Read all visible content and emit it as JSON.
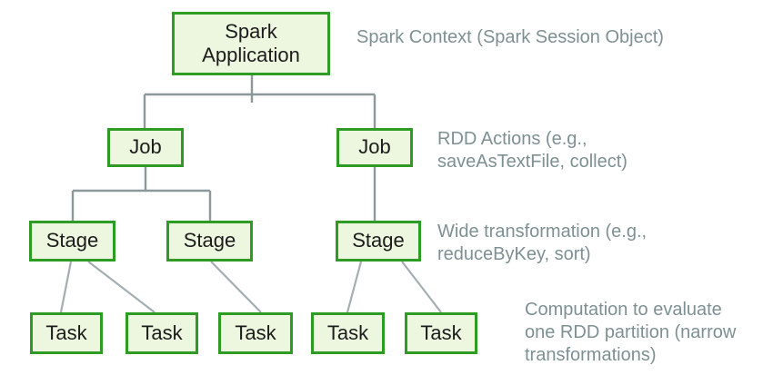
{
  "diagram": {
    "nodes": {
      "application": {
        "label": "Spark\nApplication"
      },
      "jobs": [
        {
          "label": "Job"
        },
        {
          "label": "Job"
        }
      ],
      "stages": [
        {
          "label": "Stage"
        },
        {
          "label": "Stage"
        },
        {
          "label": "Stage"
        }
      ],
      "tasks": [
        {
          "label": "Task"
        },
        {
          "label": "Task"
        },
        {
          "label": "Task"
        },
        {
          "label": "Task"
        },
        {
          "label": "Task"
        }
      ]
    },
    "annotations": [
      {
        "text": "Spark Context (Spark Session Object)"
      },
      {
        "text": "RDD Actions (e.g.,\nsaveAsTextFile, collect)"
      },
      {
        "text": "Wide transformation (e.g.,\nreduceByKey, sort)"
      },
      {
        "text": "Computation to evaluate\none RDD partition (narrow\ntransformations)"
      }
    ],
    "colors": {
      "box_fill": "#edf7e0",
      "box_border": "#2e9b24",
      "box_text": "#1c1c1c",
      "annotation_text": "#7e9092",
      "connector_elbow": "#8d989b",
      "connector_diagonal": "#a4aeb1",
      "background": "#ffffff"
    }
  }
}
